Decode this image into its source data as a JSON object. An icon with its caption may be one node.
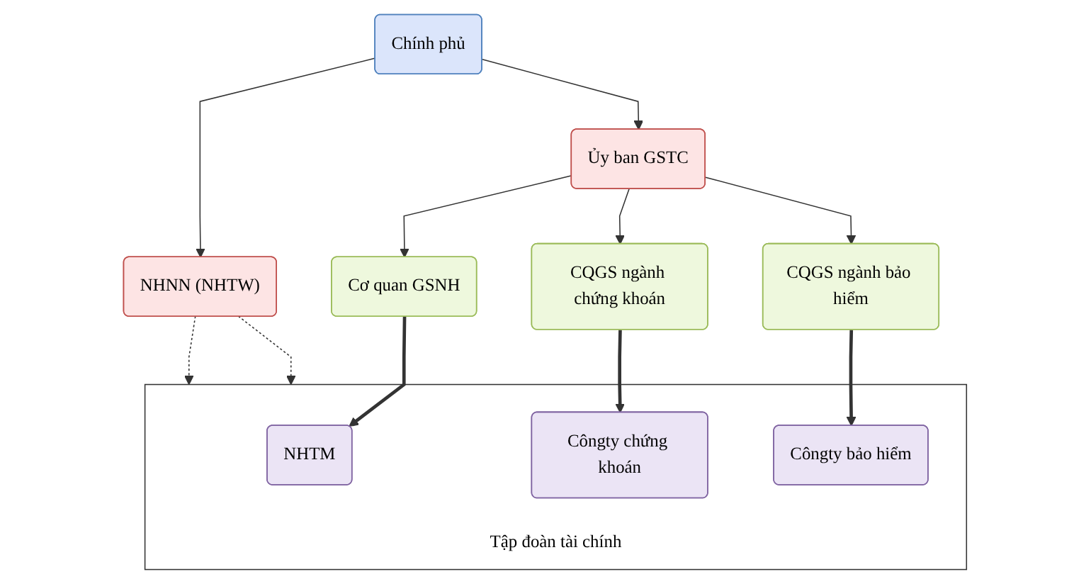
{
  "diagram": {
    "nodes": [
      {
        "text": [
          "Chính phủ"
        ]
      },
      {
        "text": [
          "NHNN (NHTW)"
        ]
      },
      {
        "text": [
          "Ủy ban GSTC"
        ]
      },
      {
        "text": [
          "Cơ quan GSNH"
        ]
      },
      {
        "text": [
          "CQGS ngành chứng khoán"
        ]
      },
      {
        "text": [
          "CQGS ngành bảo hiểm"
        ]
      },
      {
        "text": [
          "Tập đoàn tài chính"
        ]
      },
      {
        "text": [
          "NHTM"
        ],
        "in": 6
      },
      {
        "text": [
          "Côngty chứng khoán"
        ],
        "in": 6
      },
      {
        "text": [
          "Côngty bảo hiểm"
        ],
        "in": 6
      }
    ],
    "edges": [
      {
        "from": 0,
        "to": 1,
        "arrow": "to"
      },
      {
        "from": 0,
        "to": 2,
        "arrow": "to"
      },
      {
        "from": 2,
        "to": 3,
        "arrow": "to"
      },
      {
        "from": 2,
        "to": 4,
        "arrow": "to"
      },
      {
        "from": 2,
        "to": 5,
        "arrow": "to"
      },
      {
        "from": 1,
        "to": 6,
        "arrow": "to",
        "style": "dashed"
      },
      {
        "from": 1,
        "to": 6,
        "arrow": "to",
        "style": "dashed"
      },
      {
        "from": 3,
        "to": 7,
        "arrow": "to",
        "style": "thick"
      },
      {
        "from": 4,
        "to": 8,
        "arrow": "to",
        "style": "thick"
      },
      {
        "from": 5,
        "to": 9,
        "arrow": "to",
        "style": "thick"
      }
    ]
  }
}
